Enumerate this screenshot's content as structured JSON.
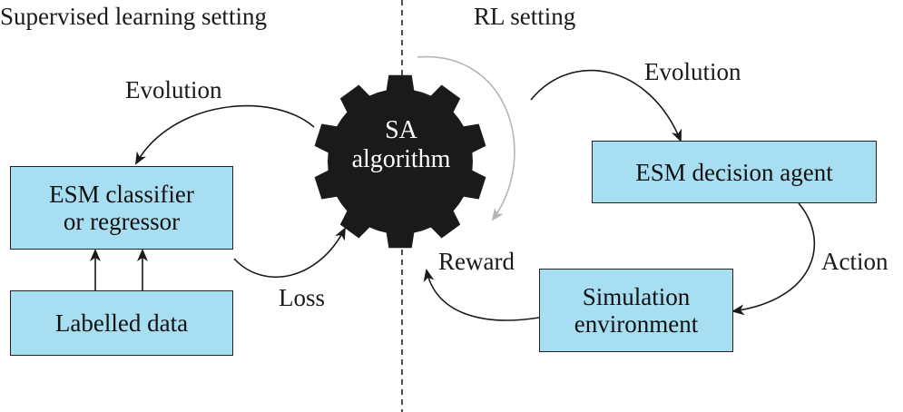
{
  "left_section": {
    "title": "Supervised learning setting",
    "evolution_label": "Evolution",
    "loss_label": "Loss",
    "classifier_box": {
      "line1": "ESM classifier",
      "line2": "or regressor"
    },
    "data_box": "Labelled data"
  },
  "center": {
    "gear_line1": "SA",
    "gear_line2": "algorithm"
  },
  "right_section": {
    "title": "RL setting",
    "evolution_label": "Evolution",
    "action_label": "Action",
    "reward_label": "Reward",
    "agent_box": "ESM decision agent",
    "env_box": {
      "line1": "Simulation",
      "line2": "environment"
    }
  },
  "colors": {
    "box_fill": "#a8def2",
    "gear_fill": "#1a1a1a",
    "arrow": "#1a1a1a",
    "gray_arrow": "#b5b5b5"
  }
}
